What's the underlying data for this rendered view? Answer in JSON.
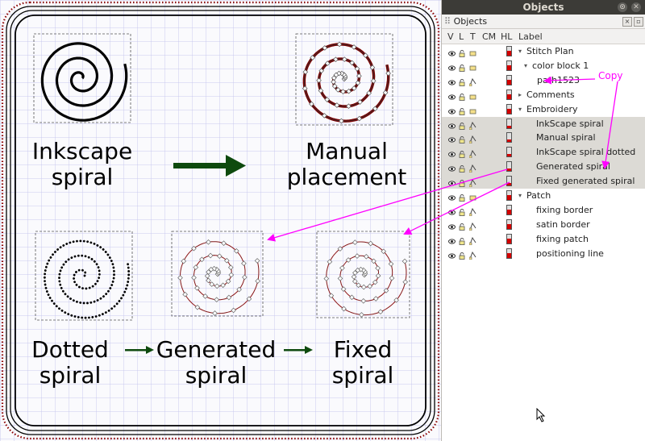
{
  "canvas": {
    "labels": {
      "inkscape_spiral": "Inkscape\nspiral",
      "manual_placement": "Manual\nplacement",
      "dotted_spiral": "Dotted\nspiral",
      "generated_spiral": "Generated\nspiral",
      "fixed_spiral": "Fixed\nspiral"
    },
    "copy_annotation": "Copy",
    "colors": {
      "arrow": "#0e4a0e",
      "annotation": "#ff00ff",
      "stitch_red": "#b00000",
      "grid": "#c9c9ee"
    }
  },
  "panel": {
    "title": "Objects",
    "dock_title": "Objects",
    "columns": [
      "V",
      "L",
      "T",
      "CM",
      "HL",
      "Label"
    ],
    "tree": [
      {
        "label": "Stitch Plan",
        "toggle": "▾",
        "level": 0,
        "selected": false
      },
      {
        "label": "color block 1",
        "toggle": "▾",
        "level": 1,
        "selected": false
      },
      {
        "label": "path1523",
        "toggle": "",
        "level": 2,
        "selected": false
      },
      {
        "label": "Comments",
        "toggle": "▸",
        "level": 0,
        "selected": false
      },
      {
        "label": "Embroidery",
        "toggle": "▾",
        "level": 0,
        "selected": false
      },
      {
        "label": "InkScape spiral",
        "toggle": "",
        "level": 1,
        "selected": true
      },
      {
        "label": "Manual spiral",
        "toggle": "",
        "level": 1,
        "selected": true
      },
      {
        "label": "InkScape spiral dotted",
        "toggle": "",
        "level": 1,
        "selected": true
      },
      {
        "label": "Generated spiral",
        "toggle": "",
        "level": 1,
        "selected": true
      },
      {
        "label": "Fixed generated spiral",
        "toggle": "",
        "level": 1,
        "selected": true
      },
      {
        "label": "Patch",
        "toggle": "▾",
        "level": 0,
        "selected": false
      },
      {
        "label": "fixing border",
        "toggle": "",
        "level": 1,
        "selected": false
      },
      {
        "label": "satin border",
        "toggle": "",
        "level": 1,
        "selected": false
      },
      {
        "label": "fixing patch",
        "toggle": "",
        "level": 1,
        "selected": false
      },
      {
        "label": "positioning line",
        "toggle": "",
        "level": 1,
        "selected": false
      }
    ]
  }
}
